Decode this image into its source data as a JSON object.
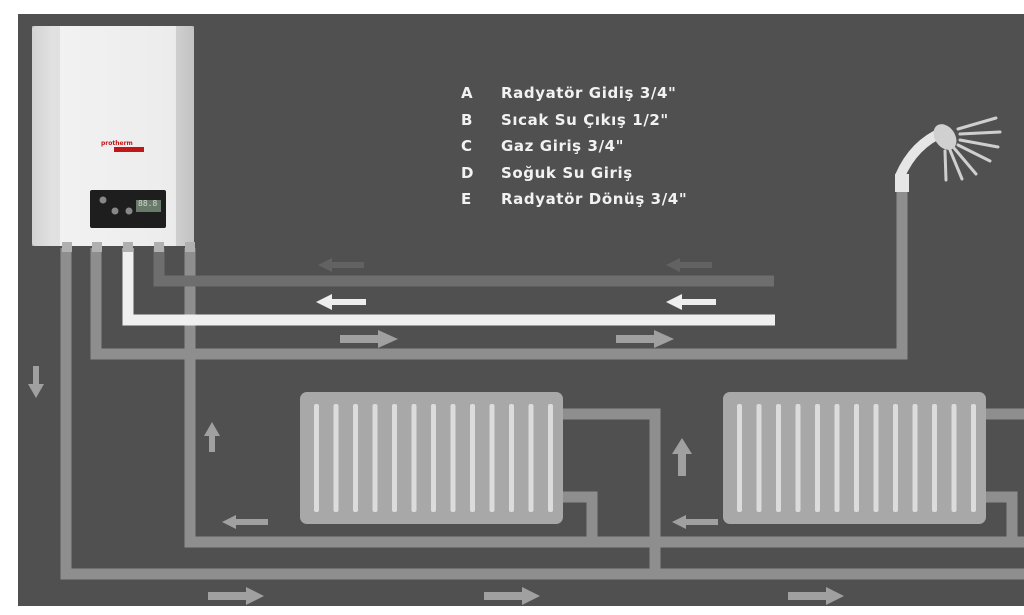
{
  "legend": [
    {
      "letter": "A",
      "label": "Radyatör Gidiş  3/4\""
    },
    {
      "letter": "B",
      "label": "Sıcak Su Çıkış  1/2\""
    },
    {
      "letter": "C",
      "label": "Gaz Giriş  3/4\""
    },
    {
      "letter": "D",
      "label": "Soğuk Su Giriş"
    },
    {
      "letter": "E",
      "label": "Radyatör Dönüş  3/4\""
    }
  ],
  "boiler": {
    "brand": "protherm",
    "display": "88.8"
  },
  "colors": {
    "background": "#505050",
    "pipe_gray": "#8e8e8e",
    "pipe_dark": "#6c6c6c",
    "pipe_white": "#f0f0f0",
    "radiator": "#a8a8a8",
    "boiler_body": "#e6e6e6",
    "brand_red": "#c01818"
  },
  "icons": [
    "boiler",
    "shower-head",
    "radiator",
    "flow-arrow"
  ]
}
